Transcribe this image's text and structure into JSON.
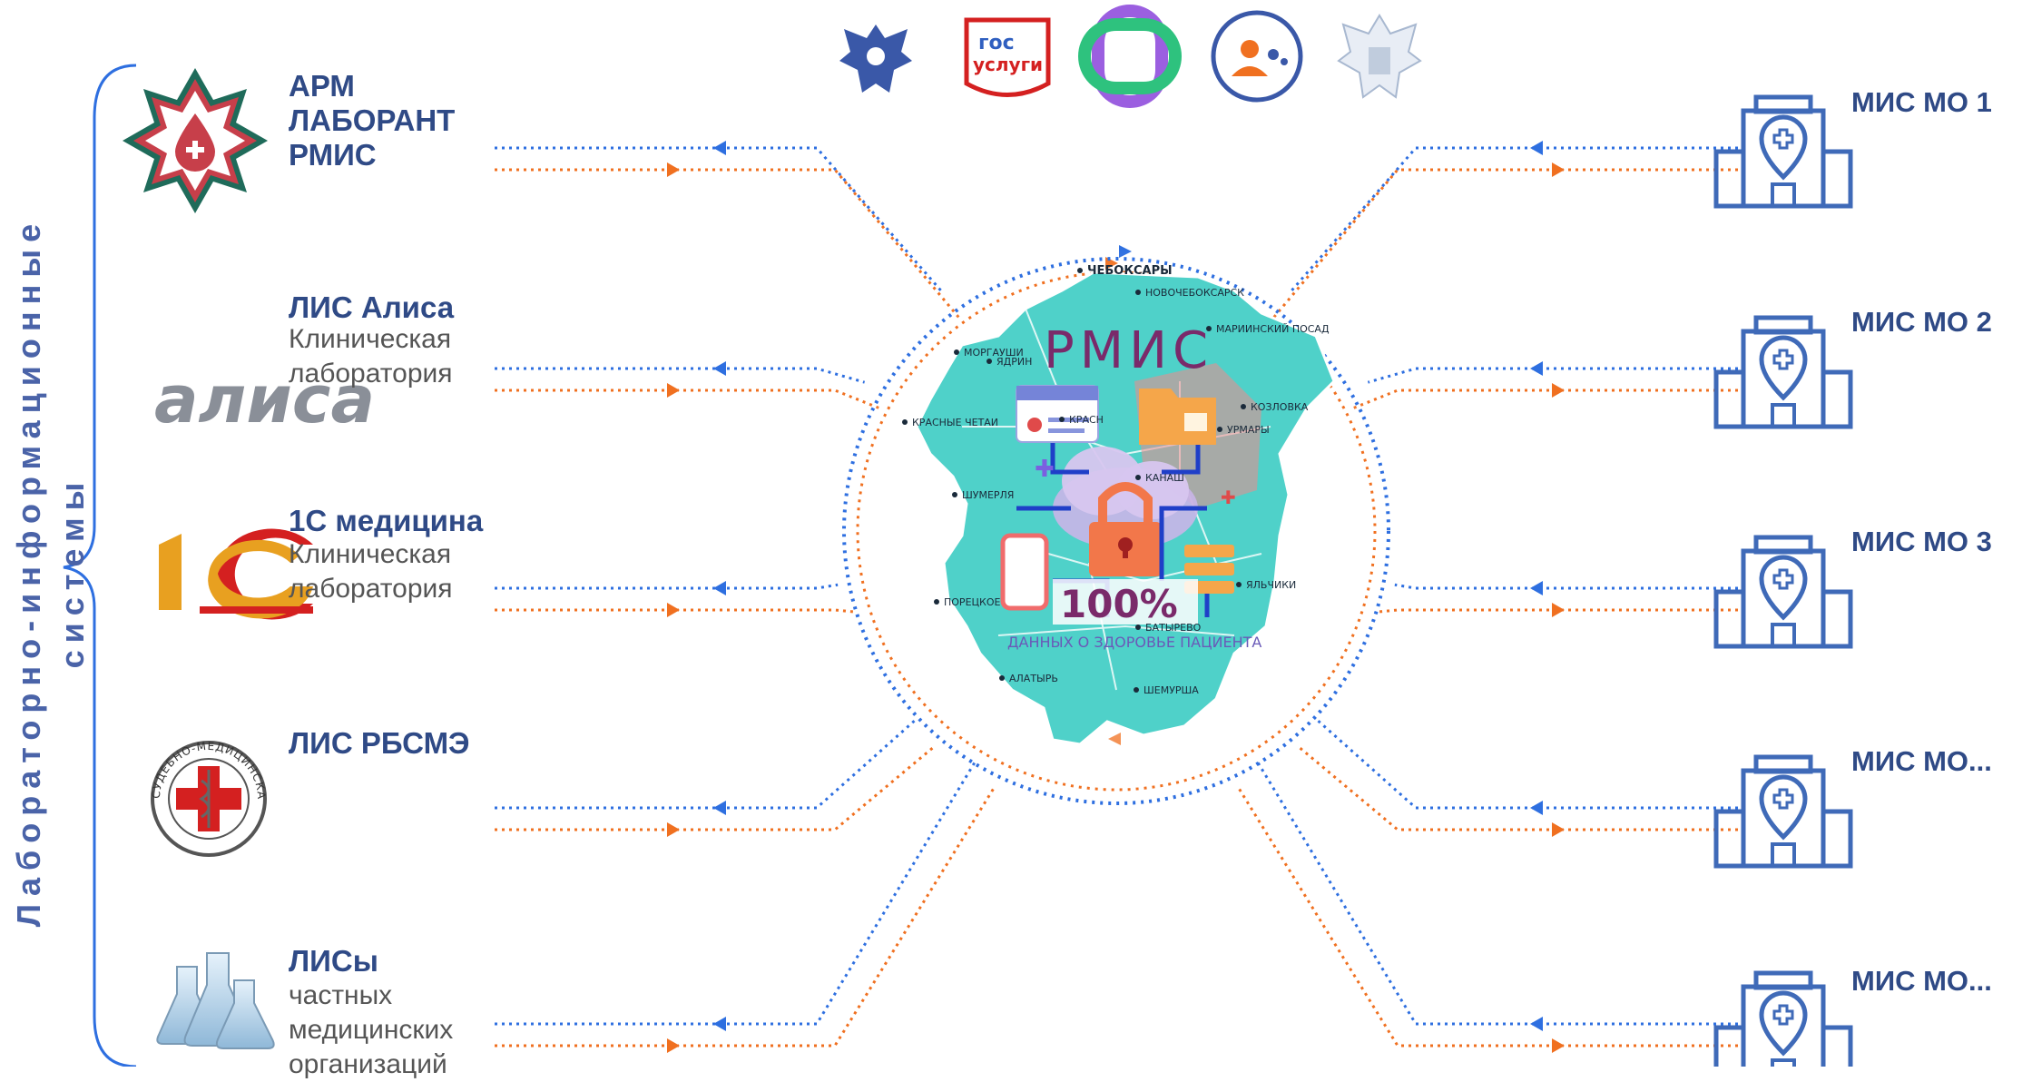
{
  "left_bracket_label": "Лабораторно-информационные системы",
  "labs": [
    {
      "title": "АРМ\nЛАБОРАНТ\nРМИС",
      "subtitle": ""
    },
    {
      "title": "ЛИС Алиса",
      "subtitle": "Клиническая\nлаборатория",
      "logo_text": "алиса"
    },
    {
      "title": "1С медицина",
      "subtitle": "Клиническая\nлаборатория",
      "logo_text": "1С"
    },
    {
      "title": "ЛИС РБСМЭ",
      "subtitle": "",
      "logo_ring_text": "СУДЕБНО-МЕДИЦИНСКАЯ ЭКСПЕРТИЗА"
    },
    {
      "title": "ЛИСы",
      "subtitle": "частных\nмедицинских\nорганизаций"
    }
  ],
  "mis": [
    "МИС МО 1",
    "МИС МО 2",
    "МИС МО 3",
    "МИС МО...",
    "МИС МО..."
  ],
  "center": {
    "title": "РМИС",
    "percent": "100%",
    "caption": "ДАННЫХ О ЗДОРОВЬЕ ПАЦИЕНТА",
    "cities": [
      "ЧЕБОКСАРЫ",
      "НОВОЧЕБОКСАРСК",
      "МАРИИНСКИЙ ПОСАД",
      "ЯДРИН",
      "МОРГАУШИ",
      "КОЗЛОВКА",
      "КРАСНЫЕ ЧЕТАИ",
      "КРАСН",
      "УРМАРЫ",
      "КАНАШ",
      "ШУМЕРЛЯ",
      "ПОРЕЦКОЕ",
      "ЯЛЬЧИКИ",
      "БАТЫРЕВО",
      "АЛАТЫРЬ",
      "ШЕМУРША"
    ]
  },
  "top_logos": [
    "rospotrebnadzor-emblem",
    "gosuslugi-logo",
    "federal-health-logo",
    "patients-logo",
    "minzdrav-emblem"
  ],
  "gosuslugi_text": [
    "гос",
    "услуги"
  ],
  "colors": {
    "brand_blue": "#2f4a86",
    "link_blue": "#2e6fe0",
    "link_orange": "#f07020",
    "map_teal": "#4fd1c9",
    "icon_blue": "#3f6ab8"
  }
}
